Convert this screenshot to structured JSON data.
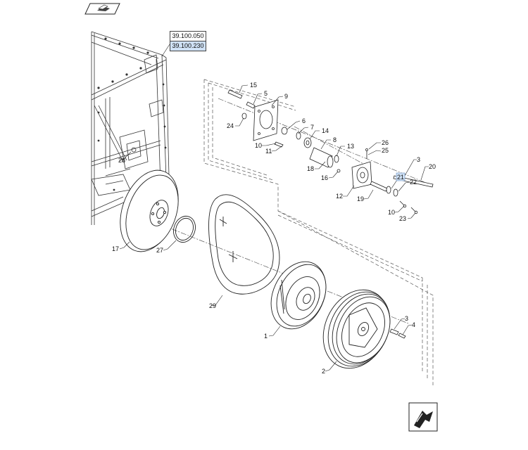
{
  "references": {
    "ref_a": "39.100.050",
    "ref_b": "39.100.230"
  },
  "callouts": [
    {
      "id": "c1",
      "label": "1"
    },
    {
      "id": "c2",
      "label": "2"
    },
    {
      "id": "c3a",
      "label": "3"
    },
    {
      "id": "c3b",
      "label": "3"
    },
    {
      "id": "c4",
      "label": "4"
    },
    {
      "id": "c5",
      "label": "5"
    },
    {
      "id": "c6",
      "label": "6"
    },
    {
      "id": "c7",
      "label": "7"
    },
    {
      "id": "c8",
      "label": "8"
    },
    {
      "id": "c9",
      "label": "9"
    },
    {
      "id": "c10a",
      "label": "10"
    },
    {
      "id": "c10b",
      "label": "10"
    },
    {
      "id": "c11",
      "label": "11"
    },
    {
      "id": "c12",
      "label": "12"
    },
    {
      "id": "c13",
      "label": "13"
    },
    {
      "id": "c14",
      "label": "14"
    },
    {
      "id": "c15",
      "label": "15"
    },
    {
      "id": "c16",
      "label": "16"
    },
    {
      "id": "c17",
      "label": "17"
    },
    {
      "id": "c18",
      "label": "18"
    },
    {
      "id": "c19",
      "label": "19"
    },
    {
      "id": "c20",
      "label": "20"
    },
    {
      "id": "c21",
      "label": "21",
      "highlighted": true
    },
    {
      "id": "c22",
      "label": "22"
    },
    {
      "id": "c23",
      "label": "23"
    },
    {
      "id": "c24",
      "label": "24"
    },
    {
      "id": "c25",
      "label": "25"
    },
    {
      "id": "c26",
      "label": "26"
    },
    {
      "id": "c27",
      "label": "27"
    },
    {
      "id": "c28",
      "label": "28"
    },
    {
      "id": "c29",
      "label": "29"
    }
  ],
  "icons": {
    "top_left": "book-flip-icon",
    "bottom_right": "return-arrow-icon"
  },
  "colors": {
    "line": "#222222",
    "highlight": "#cfe1f5"
  }
}
